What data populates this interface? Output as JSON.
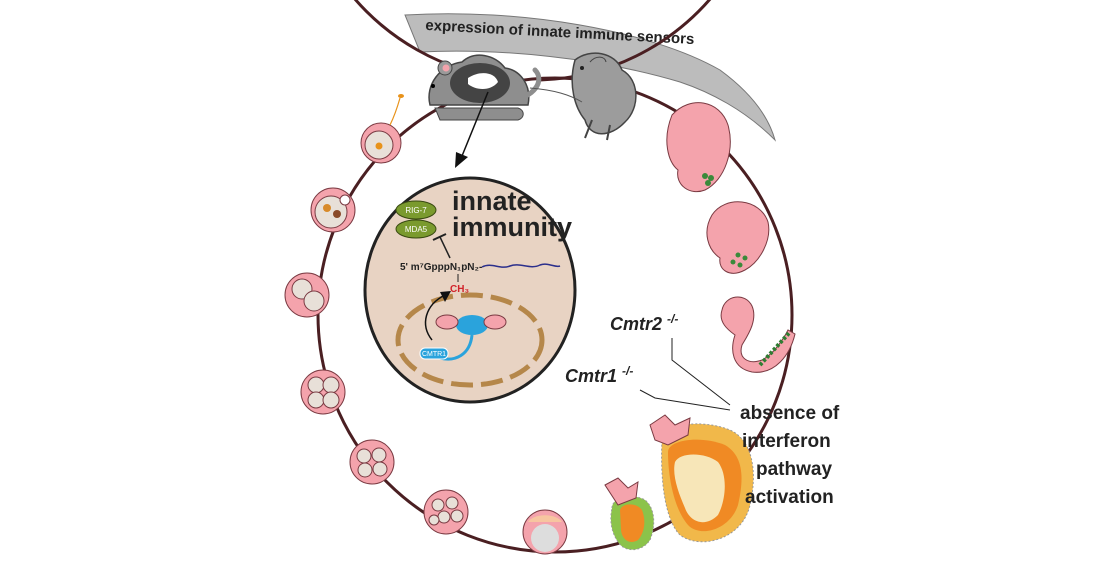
{
  "banner": {
    "text": "expression of innate immune sensors"
  },
  "cell": {
    "title_line1": "innate",
    "title_line2": "immunity",
    "sensor1": "RIG-7",
    "sensor2": "MDA5",
    "cap_formula": "5' m⁷GpppN₁pN₂-",
    "methyl": "CH₃",
    "enzyme": "CMTR1"
  },
  "knockouts": {
    "cmtr2": "Cmtr2",
    "cmtr2_sup": "-/-",
    "cmtr1": "Cmtr1",
    "cmtr1_sup": "-/-"
  },
  "outcome": {
    "line1": "absence of",
    "line2": "interferon",
    "line3": "pathway",
    "line4": "activation"
  },
  "colors": {
    "ring": "#4a1f22",
    "embryo_pink": "#f4a3ac",
    "mouse_gray": "#8e8e8e",
    "cell_fill": "#e8d3c3",
    "nucleus_dash": "#b5874a",
    "sensor_green": "#7a9a2e",
    "enzyme_blue": "#2aa3dc",
    "methyl_red": "#d2232a",
    "rna_blue": "#2b2f8c",
    "banner_gray": "#b8b8b8"
  }
}
